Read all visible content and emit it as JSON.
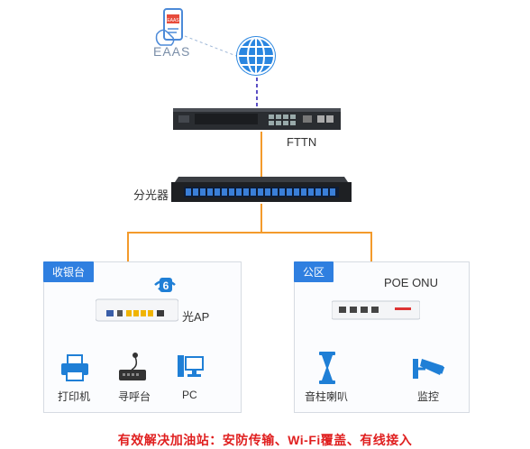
{
  "nodes": {
    "eaas": "EAAS",
    "phone_screen": "EAAS",
    "fttn": "FTTN",
    "splitter": "分光器",
    "optical_ap": "光AP",
    "poe_onu": "POE ONU",
    "wifi_badge": "6"
  },
  "zones": {
    "left": "收银台",
    "right": "公区"
  },
  "devices": {
    "printer": "打印机",
    "pager": "寻呼台",
    "pc": "PC",
    "speaker": "音柱喇叭",
    "camera": "监控"
  },
  "caption": "有效解决加油站：安防传输、Wi-Fi覆盖、有线接入",
  "colors": {
    "fiber": "#f39a2b",
    "ethernet": "#2f6fd6",
    "zone_tab": "#2f7fe0",
    "icon_blue": "#1f7fd6",
    "caption": "#e02020"
  }
}
